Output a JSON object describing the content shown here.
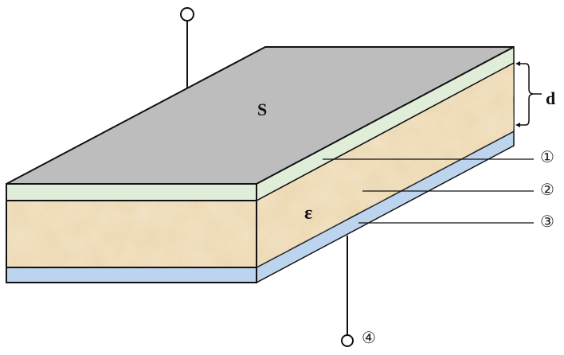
{
  "diagram": {
    "type": "parallel-plate capacitor cross-section",
    "labels": {
      "area": "S",
      "permittivity": "ε",
      "thickness": "d"
    },
    "callouts": [
      {
        "id": 1,
        "symbol": "①",
        "layer": "top electrode (green)"
      },
      {
        "id": 2,
        "symbol": "②",
        "layer": "dielectric (sand)"
      },
      {
        "id": 3,
        "symbol": "③",
        "layer": "bottom electrode (blue)"
      },
      {
        "id": 4,
        "symbol": "④",
        "layer": "bottom terminal"
      }
    ],
    "colors": {
      "top_surface": "#bdbdbd",
      "top_electrode": "#e0eed9",
      "dielectric": "#ecd7b0",
      "bottom_electrode": "#bcd4ee",
      "outline": "#111111"
    }
  }
}
